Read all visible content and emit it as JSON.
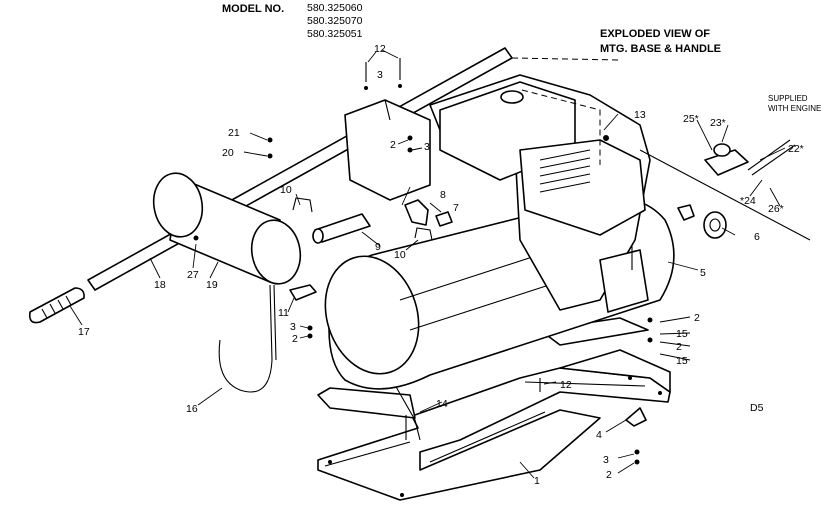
{
  "header": {
    "model_label": "MODEL NO.",
    "models": [
      "580.325060",
      "580.325070",
      "580.325051"
    ],
    "view_title_line1": "EXPLODED VIEW OF",
    "view_title_line2": "MTG. BASE & HANDLE",
    "supplied_line1": "SUPPLIED",
    "supplied_line2": "WITH ENGINE"
  },
  "footer": {
    "page_code": "D5"
  },
  "callouts": {
    "c1": "1",
    "c2a": "2",
    "c2b": "2",
    "c2c": "2",
    "c2d": "2",
    "c2e": "2",
    "c3a": "3",
    "c3b": "3",
    "c3c": "3",
    "c3d": "3",
    "c4": "4",
    "c5": "5",
    "c6": "6",
    "c7": "7",
    "c8": "8",
    "c9": "9",
    "c10a": "10",
    "c10b": "10",
    "c11": "11",
    "c12a": "12",
    "c12b": "12",
    "c13": "13",
    "c14": "14",
    "c15a": "15",
    "c15b": "15",
    "c16": "16",
    "c17": "17",
    "c18": "18",
    "c19": "19",
    "c20": "20",
    "c21": "21",
    "c22": "22*",
    "c23": "23*",
    "c24": "*24",
    "c25": "25*",
    "c26": "26*",
    "c27": "27"
  }
}
